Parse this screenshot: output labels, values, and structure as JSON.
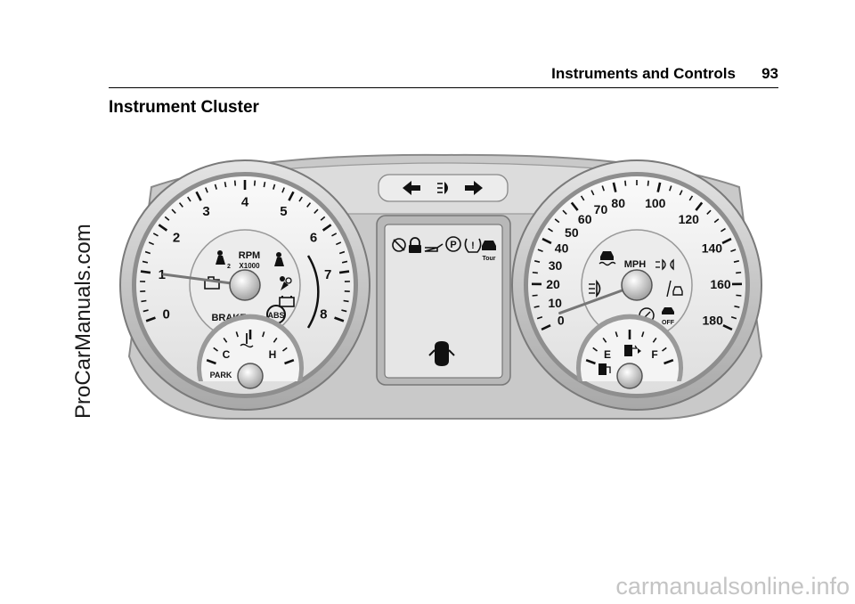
{
  "header": {
    "section": "Instruments and Controls",
    "page": "93"
  },
  "title": "Instrument Cluster",
  "watermarks": {
    "side": "ProCarManuals.com",
    "bottom": "carmanualsonline.info"
  },
  "tachometer": {
    "ticks": [
      "0",
      "1",
      "2",
      "3",
      "4",
      "5",
      "6",
      "7",
      "8"
    ],
    "unit": "RPM",
    "multiplier": "X1000",
    "brake": "BRAKE",
    "abs": "ABS",
    "needle_value": 1
  },
  "temp_gauge": {
    "cold": "C",
    "hot": "H",
    "park": "PARK"
  },
  "speedometer": {
    "ticks": [
      "0",
      "10",
      "20",
      "30",
      "40",
      "50",
      "60",
      "70",
      "80",
      "100",
      "120",
      "140",
      "160",
      "180"
    ],
    "unit": "MPH",
    "off": "OFF",
    "needle_value": 0
  },
  "fuel_gauge": {
    "empty": "E",
    "full": "F"
  },
  "center_display": {
    "tour": "Tour"
  },
  "icons": [
    "turn-left-arrow-icon",
    "high-beam-icon",
    "turn-right-arrow-icon",
    "traction-off-icon",
    "security-lock-icon",
    "oil-pressure-icon",
    "park-brake-icon",
    "tire-pressure-icon",
    "tour-mode-icon",
    "door-ajar-icon",
    "check-engine-icon",
    "seat-belt-icon",
    "passenger-seatbelt-icon",
    "airbag-icon",
    "battery-icon",
    "stability-control-icon",
    "fog-lamp-icon",
    "headlamp-on-icon",
    "lane-departure-icon",
    "eco-icon",
    "traction-control-off-icon",
    "coolant-temp-icon",
    "fuel-pump-icon",
    "low-fuel-icon"
  ]
}
